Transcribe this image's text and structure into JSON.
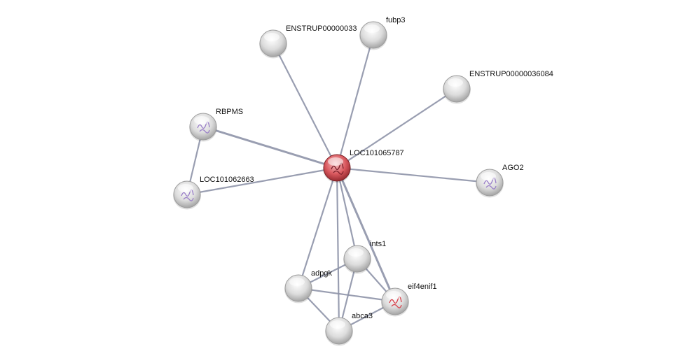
{
  "network": {
    "nodes": [
      {
        "id": "ENSTRUP00000033",
        "label": "ENSTRUP00000033",
        "color": "#d8d8d8",
        "structure": false
      },
      {
        "id": "fubp3",
        "label": "fubp3",
        "color": "#d8d8d8",
        "structure": false
      },
      {
        "id": "ENSTRUP00000036084",
        "label": "ENSTRUP00000036084",
        "color": "#d8d8d8",
        "structure": false
      },
      {
        "id": "RBPMS",
        "label": "RBPMS",
        "color": "#d8d8d8",
        "structure": true
      },
      {
        "id": "LOC101065787",
        "label": "LOC101065787",
        "color": "#d9585e",
        "structure": true
      },
      {
        "id": "LOC101062663",
        "label": "LOC101062663",
        "color": "#d8d8d8",
        "structure": true
      },
      {
        "id": "AGO2",
        "label": "AGO2",
        "color": "#d8d8d8",
        "structure": true
      },
      {
        "id": "ints1",
        "label": "ints1",
        "color": "#d8d8d8",
        "structure": false
      },
      {
        "id": "adpgk",
        "label": "adpgk",
        "color": "#d8d8d8",
        "structure": false
      },
      {
        "id": "eif4enif1",
        "label": "eif4enif1",
        "color": "#d8d8d8",
        "structure": true
      },
      {
        "id": "abca3",
        "label": "abca3",
        "color": "#d8d8d8",
        "structure": false
      }
    ],
    "edges": [
      [
        "LOC101065787",
        "ENSTRUP00000033"
      ],
      [
        "LOC101065787",
        "fubp3"
      ],
      [
        "LOC101065787",
        "ENSTRUP00000036084"
      ],
      [
        "LOC101065787",
        "RBPMS"
      ],
      [
        "LOC101065787",
        "LOC101062663"
      ],
      [
        "LOC101065787",
        "AGO2"
      ],
      [
        "LOC101065787",
        "ints1"
      ],
      [
        "LOC101065787",
        "adpgk"
      ],
      [
        "LOC101065787",
        "eif4enif1"
      ],
      [
        "LOC101065787",
        "abca3"
      ],
      [
        "RBPMS",
        "LOC101062663"
      ],
      [
        "adpgk",
        "ints1"
      ],
      [
        "adpgk",
        "eif4enif1"
      ],
      [
        "adpgk",
        "abca3"
      ],
      [
        "ints1",
        "abca3"
      ],
      [
        "ints1",
        "eif4enif1"
      ],
      [
        "abca3",
        "eif4enif1"
      ]
    ],
    "edge_color": "#8e93a8"
  }
}
